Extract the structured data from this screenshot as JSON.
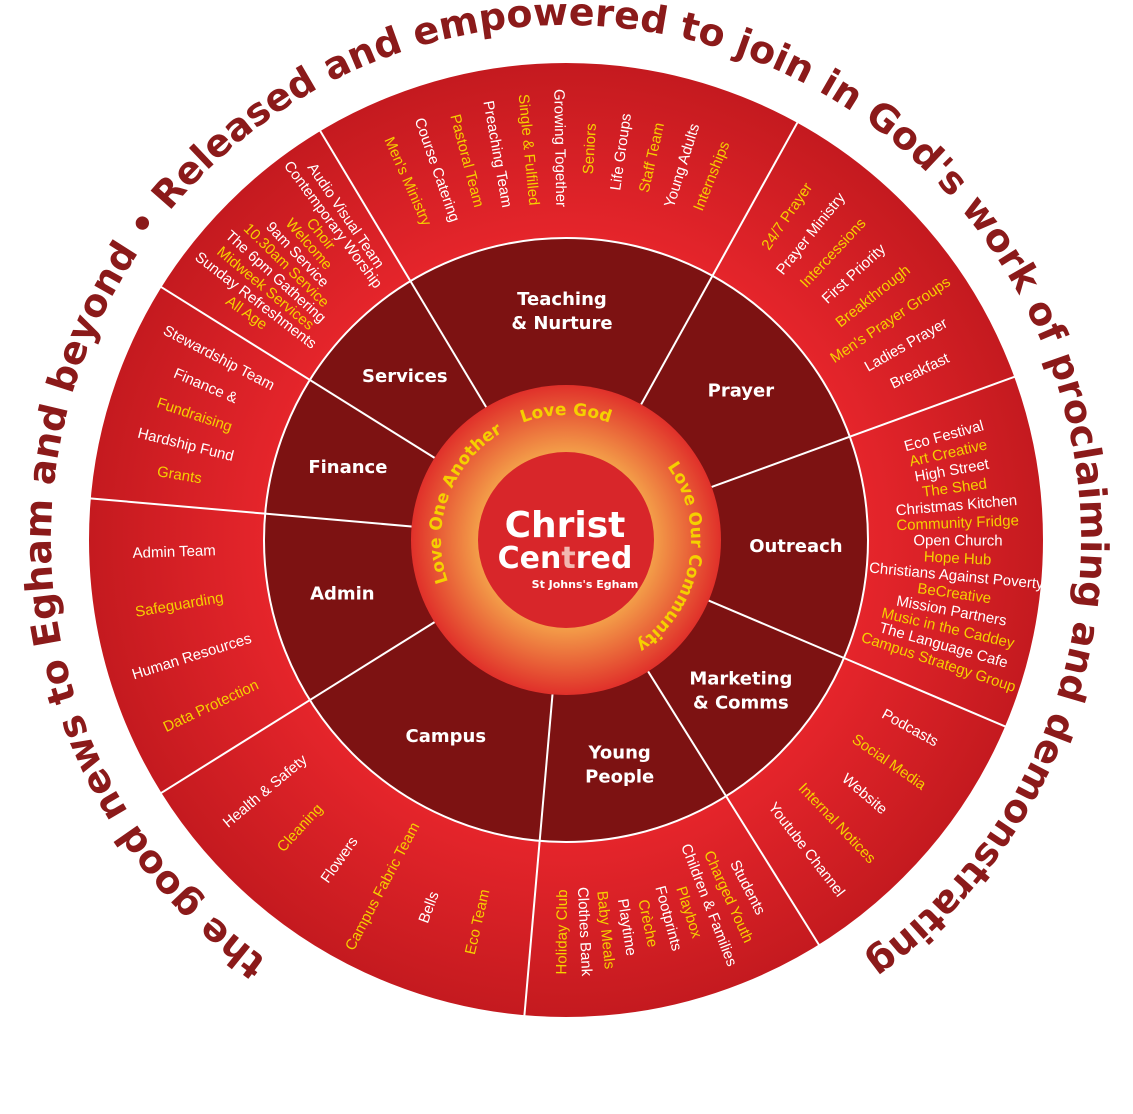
{
  "outer_text": {
    "left": "the good news to Egham and beyond",
    "separator": "•",
    "right": "Released and empowered to join in God's work of proclaiming and demonstrating"
  },
  "center": {
    "line1": "Christ",
    "line2a": "Cen",
    "line2b": "red",
    "cross": "t",
    "sub": "St Johns's Egham"
  },
  "loves": {
    "top": "Love God",
    "right": "Love Our Community",
    "left": "Love One Another"
  },
  "colors": {
    "inner_dark": "#7d1212",
    "outer_red": "#d42025",
    "outer_red_light": "#e8262c",
    "arc_text": "#8b1a1a",
    "yellow": "#f5d000",
    "white": "#ffffff"
  },
  "sectors": [
    {
      "name": "Teaching\n& Nurture",
      "items": [
        {
          "text": "Men's Ministry",
          "color": "yellow"
        },
        {
          "text": "Course Catering",
          "color": "white"
        },
        {
          "text": "Pastoral Team",
          "color": "yellow"
        },
        {
          "text": "Preaching Team",
          "color": "white"
        },
        {
          "text": "Single & Fulfilled",
          "color": "yellow"
        },
        {
          "text": "Growing Together",
          "color": "white"
        },
        {
          "text": "Seniors",
          "color": "yellow"
        },
        {
          "text": "Life Groups",
          "color": "white"
        },
        {
          "text": "Staff Team",
          "color": "yellow"
        },
        {
          "text": "Young Adults",
          "color": "white"
        },
        {
          "text": "Internships",
          "color": "yellow"
        }
      ]
    },
    {
      "name": "Prayer",
      "items": [
        {
          "text": "24/7 Prayer",
          "color": "yellow"
        },
        {
          "text": "Prayer Ministry",
          "color": "white"
        },
        {
          "text": "Intercessions",
          "color": "yellow"
        },
        {
          "text": "First Priority",
          "color": "white"
        },
        {
          "text": "Breakthrough",
          "color": "yellow"
        },
        {
          "text": "Men's Prayer Groups",
          "color": "yellow"
        },
        {
          "text": "Ladies Prayer",
          "color": "white"
        },
        {
          "text": "Breakfast",
          "color": "white"
        }
      ]
    },
    {
      "name": "Outreach",
      "items": [
        {
          "text": "Eco Festival",
          "color": "white"
        },
        {
          "text": "Art Creative",
          "color": "yellow"
        },
        {
          "text": "High Street",
          "color": "white"
        },
        {
          "text": "The Shed",
          "color": "yellow"
        },
        {
          "text": "Christmas Kitchen",
          "color": "white"
        },
        {
          "text": "Community Fridge",
          "color": "yellow"
        },
        {
          "text": "Open Church",
          "color": "white"
        },
        {
          "text": "Hope Hub",
          "color": "yellow"
        },
        {
          "text": "Christians Against Poverty",
          "color": "white"
        },
        {
          "text": "BeCreative",
          "color": "yellow"
        },
        {
          "text": "Mission Partners",
          "color": "white"
        },
        {
          "text": "Music in the Caddey",
          "color": "yellow"
        },
        {
          "text": "The Language Cafe",
          "color": "white"
        },
        {
          "text": "Campus Strategy Group",
          "color": "yellow"
        }
      ]
    },
    {
      "name": "Marketing\n& Comms",
      "items": [
        {
          "text": "Podcasts",
          "color": "white"
        },
        {
          "text": "Social Media",
          "color": "yellow"
        },
        {
          "text": "Website",
          "color": "white"
        },
        {
          "text": "Internal Notices",
          "color": "yellow"
        },
        {
          "text": "Youtube Channel",
          "color": "white"
        }
      ]
    },
    {
      "name": "Young\nPeople",
      "items": [
        {
          "text": "Students",
          "color": "white"
        },
        {
          "text": "Charged Youth",
          "color": "yellow"
        },
        {
          "text": "Children & Families",
          "color": "white"
        },
        {
          "text": "Playbox",
          "color": "yellow"
        },
        {
          "text": "Footprints",
          "color": "white"
        },
        {
          "text": "Crèche",
          "color": "yellow"
        },
        {
          "text": "Playtime",
          "color": "white"
        },
        {
          "text": "Baby Meals",
          "color": "yellow"
        },
        {
          "text": "Clothes Bank",
          "color": "white"
        },
        {
          "text": "Holiday Club",
          "color": "yellow"
        }
      ]
    },
    {
      "name": "Campus",
      "items": [
        {
          "text": "Eco Team",
          "color": "yellow"
        },
        {
          "text": "Bells",
          "color": "white"
        },
        {
          "text": "Campus Fabric Team",
          "color": "yellow"
        },
        {
          "text": "Flowers",
          "color": "white"
        },
        {
          "text": "Cleaning",
          "color": "yellow"
        },
        {
          "text": "Health & Safety",
          "color": "white"
        }
      ]
    },
    {
      "name": "Admin",
      "items": [
        {
          "text": "Data Protection",
          "color": "yellow"
        },
        {
          "text": "Human Resources",
          "color": "white"
        },
        {
          "text": "Safeguarding",
          "color": "yellow"
        },
        {
          "text": "Admin Team",
          "color": "white"
        }
      ]
    },
    {
      "name": "Finance",
      "items": [
        {
          "text": "Grants",
          "color": "yellow"
        },
        {
          "text": "Hardship Fund",
          "color": "white"
        },
        {
          "text": "Fundraising",
          "color": "yellow"
        },
        {
          "text": "Finance &",
          "color": "white"
        },
        {
          "text": "Stewardship Team",
          "color": "white"
        }
      ]
    },
    {
      "name": "Services",
      "items": [
        {
          "text": "All Age",
          "color": "yellow"
        },
        {
          "text": "Sunday Refreshments",
          "color": "white"
        },
        {
          "text": "Midweek Services",
          "color": "yellow"
        },
        {
          "text": "The 6pm Gathering",
          "color": "white"
        },
        {
          "text": "10.30am Service",
          "color": "yellow"
        },
        {
          "text": "9am Service",
          "color": "white"
        },
        {
          "text": "Welcome",
          "color": "yellow"
        },
        {
          "text": "Choir",
          "color": "yellow"
        },
        {
          "text": "Contemporary Worship",
          "color": "white"
        },
        {
          "text": "Audio Visual Team",
          "color": "white"
        }
      ]
    }
  ]
}
